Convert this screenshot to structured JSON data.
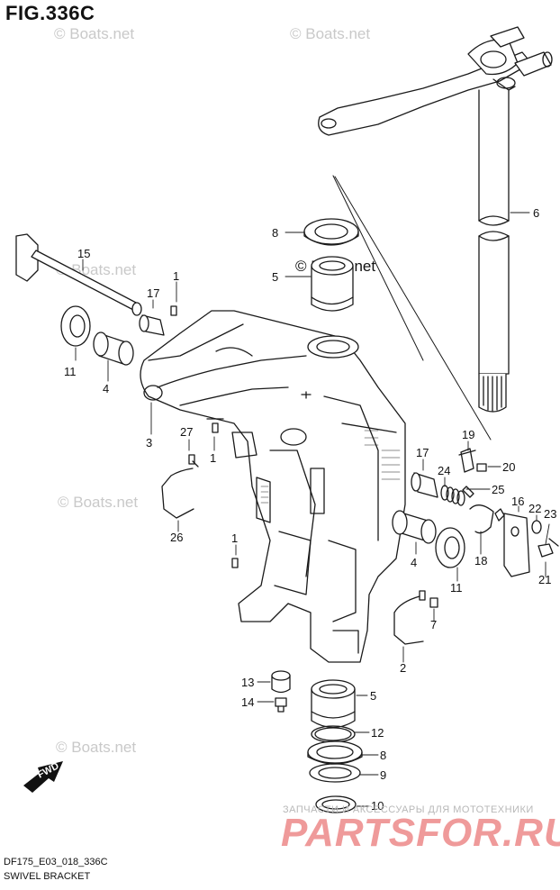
{
  "figure": {
    "title": "FIG.336C",
    "code": "DF175_E03_018_336C",
    "name": "SWIVEL BRACKET"
  },
  "watermark": {
    "text": "© Boats.net"
  },
  "shop": {
    "subtitle": "ЗАПЧАСТИ И АКСЕССУАРЫ ДЛЯ МОТОТЕХНИКИ",
    "logo": "PARTSFOR.RU",
    "color": "#ef9a9a"
  },
  "fwd_label": "FWD",
  "callouts": {
    "c1a": "1",
    "c1b": "1",
    "c1c": "1",
    "c2": "2",
    "c3": "3",
    "c4a": "4",
    "c4b": "4",
    "c5a": "5",
    "c5b": "5",
    "c6": "6",
    "c7": "7",
    "c8a": "8",
    "c8b": "8",
    "c9": "9",
    "c10": "10",
    "c11a": "11",
    "c11b": "11",
    "c12": "12",
    "c13": "13",
    "c14": "14",
    "c15": "15",
    "c16": "16",
    "c17a": "17",
    "c17b": "17",
    "c18": "18",
    "c19": "19",
    "c20": "20",
    "c21": "21",
    "c22": "22",
    "c23": "23",
    "c24": "24",
    "c25": "25",
    "c26": "26",
    "c27": "27"
  }
}
